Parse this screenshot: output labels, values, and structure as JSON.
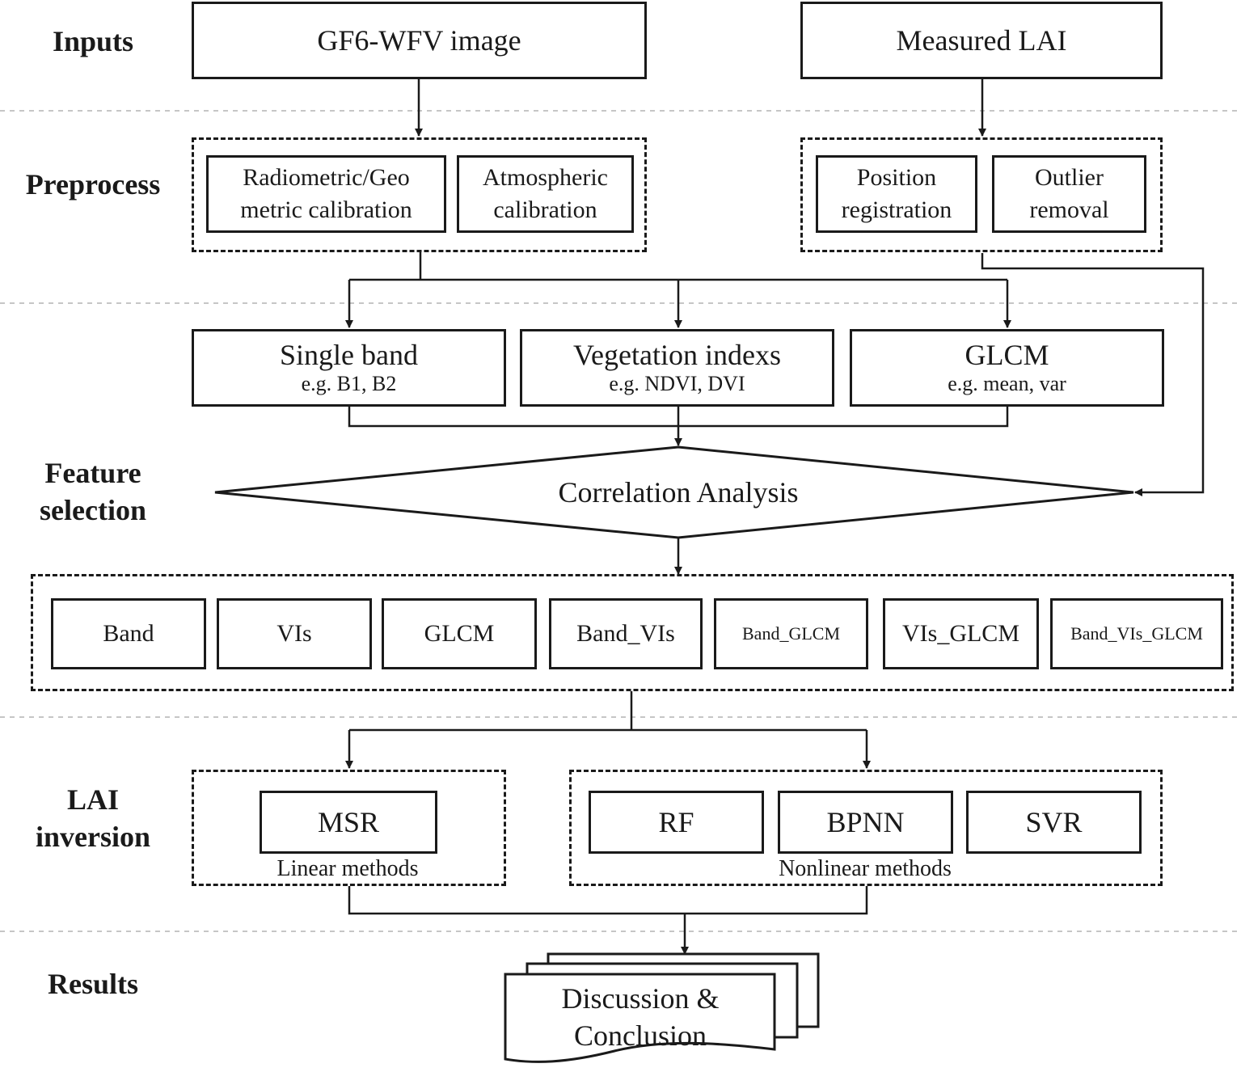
{
  "stages": {
    "inputs": "Inputs",
    "preprocess": "Preprocess",
    "feature_selection": "Feature\nselection",
    "lai_inversion": "LAI\ninversion",
    "results": "Results"
  },
  "inputs": {
    "image": "GF6-WFV image",
    "measured": "Measured LAI"
  },
  "preprocess": {
    "radiometric": "Radiometric/Geo\nmetric  calibration",
    "atmospheric": "Atmospheric\ncalibration",
    "position": "Position\nregistration",
    "outlier": "Outlier\nremoval"
  },
  "features": {
    "single_band": {
      "title": "Single  band",
      "example": "e.g. B1, B2"
    },
    "vegetation": {
      "title": "Vegetation  indexs",
      "example": "e.g. NDVI, DVI"
    },
    "glcm": {
      "title": "GLCM",
      "example": "e.g. mean, var"
    }
  },
  "correlation": "Correlation  Analysis",
  "combinations": [
    "Band",
    "VIs",
    "GLCM",
    "Band_VIs",
    "Band_GLCM",
    "VIs_GLCM",
    "Band_VIs_GLCM"
  ],
  "models": {
    "linear": {
      "items": [
        "MSR"
      ],
      "caption": "Linear methods"
    },
    "nonlinear": {
      "items": [
        "RF",
        "BPNN",
        "SVR"
      ],
      "caption": "Nonlinear methods"
    }
  },
  "result": "Discussion  &\nConclusion"
}
